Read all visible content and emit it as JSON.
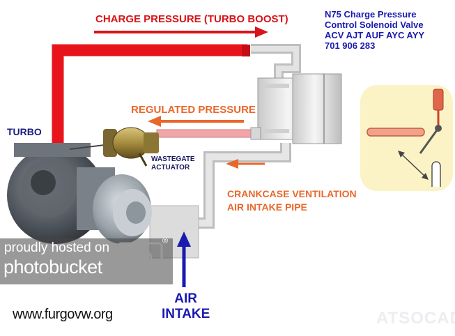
{
  "labels": {
    "charge_pressure": "CHARGE PRESSURE (TURBO BOOST)",
    "regulated_pressure": "REGULATED PRESSURE",
    "crankcase_line1": "CRANKCASE VENTILATION",
    "crankcase_line2": "AIR INTAKE PIPE",
    "turbo": "TURBO",
    "wastegate_line1": "WASTEGATE",
    "wastegate_line2": "ACTUATOR",
    "n75_line1": "N75 Charge Pressure",
    "n75_line2": "Control Solenoid Valve",
    "n75_line3": "ACV AJT AUF AYC AYY",
    "n75_line4": "701 906 283",
    "air_line1": "AIR",
    "air_line2": "INTAKE"
  },
  "watermarks": {
    "photobucket_line1": "proudly hosted on",
    "photobucket_line2": "photobucket",
    "photobucket_reg": "®",
    "site": "www.furgovw.org",
    "corner": "ATSOCAD"
  },
  "colors": {
    "charge_pipe": "#e8141b",
    "regulated_pipe": "#f2a5a8",
    "crankcase_pipe": "#d4d4d4",
    "arrow_red": "#d7141a",
    "arrow_orange": "#e8682b",
    "arrow_blue": "#1a1ab0",
    "inset_bg": "#fbf3c6"
  },
  "icons": {
    "turbo": "turbocharger-illustration",
    "valve": "solenoid-valve-illustration",
    "inset": "valve-plunger-inset",
    "camera": "camera-icon"
  }
}
